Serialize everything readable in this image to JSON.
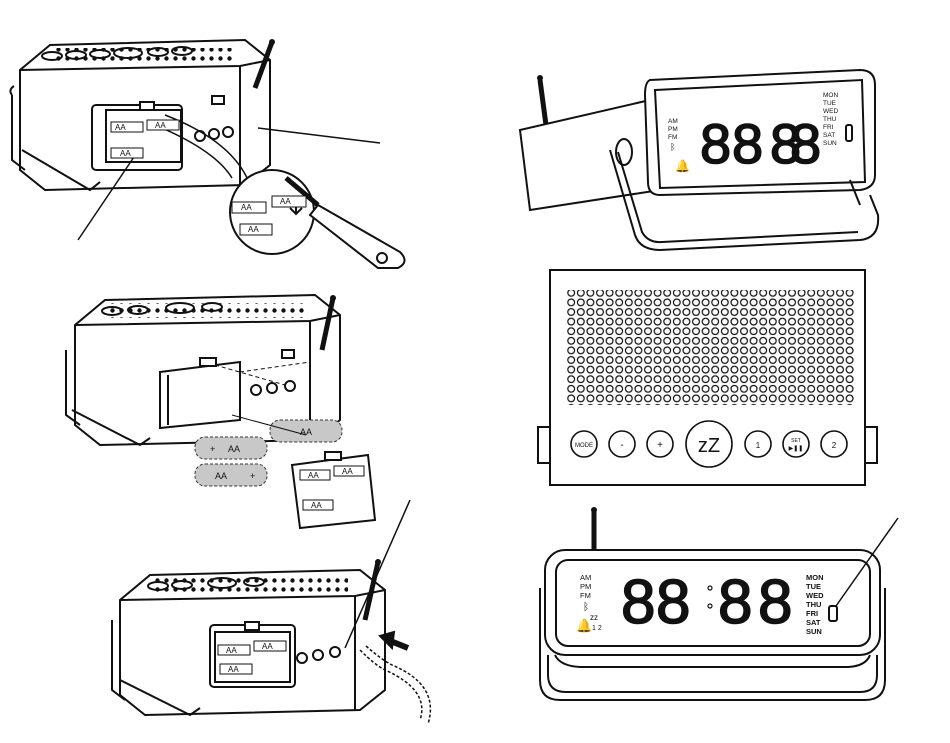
{
  "battery_labels": {
    "aa": "AA",
    "plus": "+",
    "minus": "-",
    "bar": "I"
  },
  "display": {
    "am": "AM",
    "pm": "PM",
    "fm": "FM",
    "alarm_indices": "1 2",
    "snooze_glyph": "zz",
    "digits": [
      "8",
      "8",
      "8",
      "8"
    ],
    "days": [
      "MON",
      "TUE",
      "WED",
      "THU",
      "FRI",
      "SAT",
      "SUN"
    ]
  },
  "buttons": {
    "mode": "MODE",
    "vol_down": "-",
    "vol_up": "+",
    "snooze": "zZ",
    "alarm1": "1",
    "play": "▶❚❚",
    "alarm2": "2",
    "set": "SET"
  },
  "colors": {
    "line": "#111111",
    "battery_fill": "#c8c8c8",
    "grill_dot": "#111111"
  }
}
